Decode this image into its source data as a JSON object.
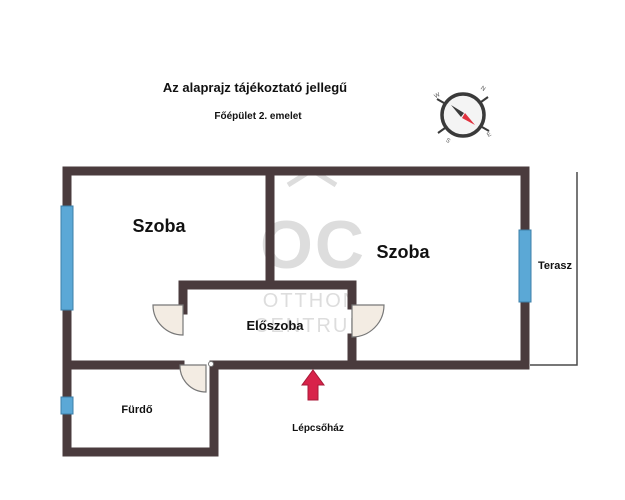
{
  "header": {
    "title": "Az alaprajz tájékoztató jellegű",
    "subtitle": "Főépület 2. emelet"
  },
  "rooms": {
    "room_left": "Szoba",
    "room_right": "Szoba",
    "hall": "Előszoba",
    "bathroom": "Fürdő",
    "terrace": "Terasz",
    "staircase": "Lépcsőház"
  },
  "watermark": {
    "logo_letters": "OC",
    "line1": "OTTHON",
    "line2": "CENTRUM"
  },
  "compass": {
    "n": "N",
    "e": "E",
    "s": "S",
    "w": "W"
  },
  "colors": {
    "wall": "#4a3b3d",
    "window": "#5ba8d6",
    "entrance_arrow": "#d8234a",
    "watermark": "#cfcfcf"
  }
}
